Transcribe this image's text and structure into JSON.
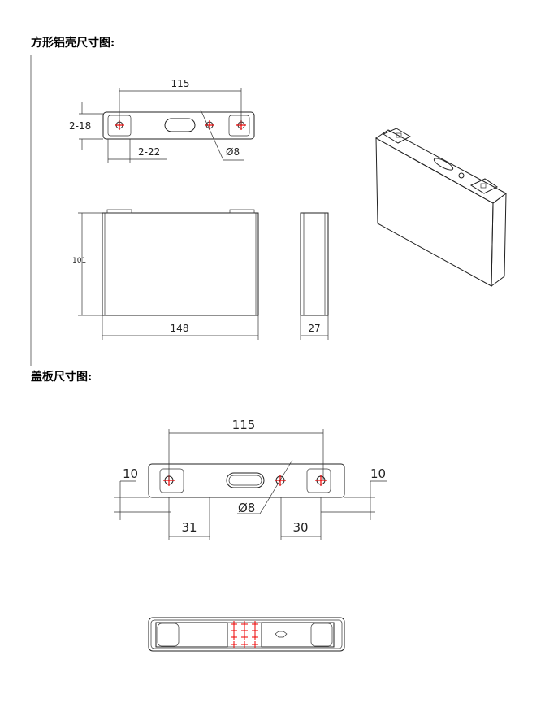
{
  "headings": {
    "shell": "方形铝壳尺寸图:",
    "cover": "盖板尺寸图:"
  },
  "shell_drawing": {
    "pitch": "115",
    "tab_width": "2-18",
    "tab_length": "2-22",
    "hole_dia": "Ø8",
    "height": "101",
    "length": "148",
    "thickness": "27"
  },
  "cover_drawing": {
    "pitch": "115",
    "left_offset": "10",
    "right_offset": "10",
    "hole_dia": "Ø8",
    "left_tab": "31",
    "right_tab": "30"
  },
  "colors": {
    "line": "#222222",
    "center_mark": "#e00000"
  }
}
